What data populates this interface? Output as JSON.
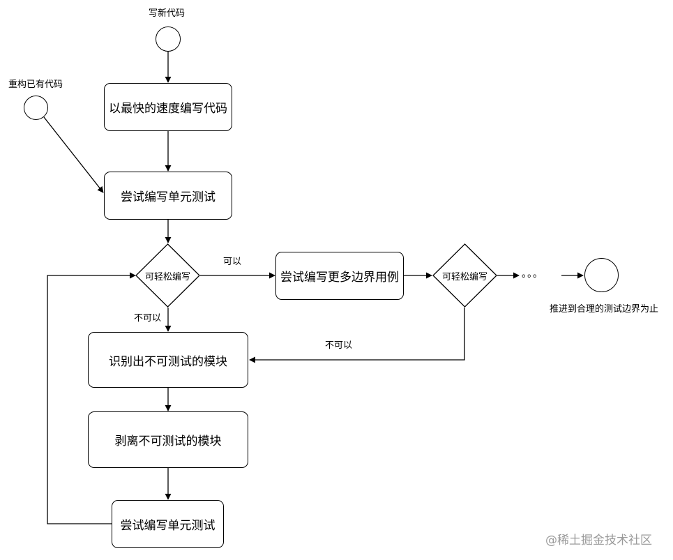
{
  "nodes": {
    "start_new_label": "写新代码",
    "start_refactor_label": "重构已有代码",
    "write_fast": "以最快的速度编写代码",
    "try_unit_test_1": "尝试编写单元测试",
    "decision_1": "可轻松编写",
    "more_edge_cases": "尝试编写更多边界用例",
    "decision_2": "可轻松编写",
    "identify_untestable": "识别出不可测试的模块",
    "strip_untestable": "剥离不可测试的模块",
    "try_unit_test_2": "尝试编写单元测试",
    "end_label": "推进到合理的测试边界为止"
  },
  "edge_labels": {
    "d1_yes": "可以",
    "d1_no": "不可以",
    "d2_no": "不可以",
    "ellipsis": "。。。"
  },
  "watermark": "@稀土掘金技术社区"
}
